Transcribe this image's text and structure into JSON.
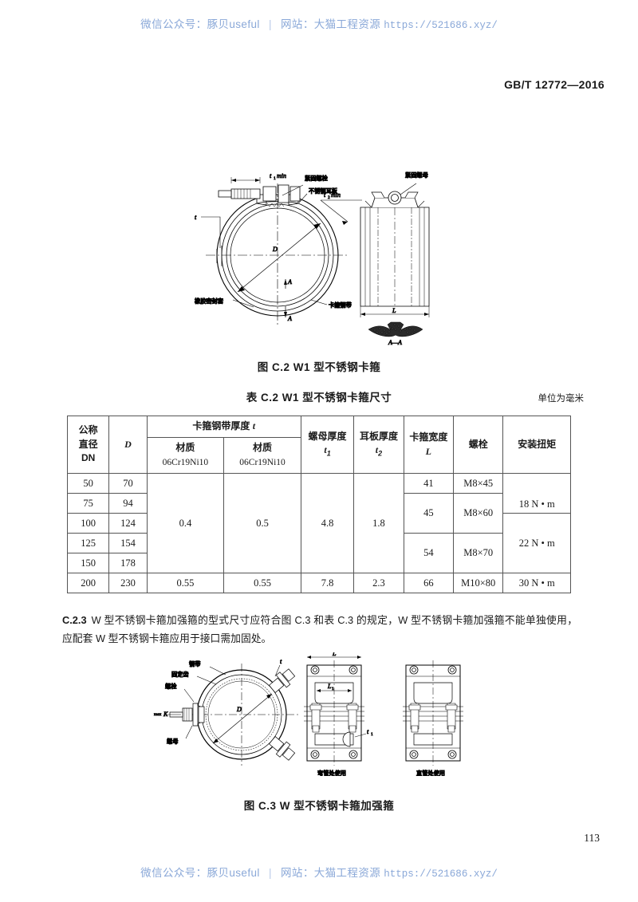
{
  "watermark": {
    "wechat_label": "微信公众号：豚贝useful",
    "separator": "|",
    "site_label": "网站：大猫工程资源",
    "url": "https://521686.xyz/"
  },
  "standard_number": "GB/T 12772—2016",
  "page_number": "113",
  "figure_c2": {
    "caption": "图 C.2    W1 型不锈钢卡箍",
    "labels": {
      "bolt": "紧固螺栓",
      "ear_plate": "不锈钢耳板",
      "nut": "紧固螺母",
      "rubber_seal": "橡胶密封套",
      "steel_band": "卡箍钢带",
      "t1_min": "min",
      "t1_sym": "t",
      "t1_sub": "1",
      "t2_min": "min",
      "t2_sym": "t",
      "t2_sub": "2",
      "t": "t",
      "diameter": "D",
      "length": "L",
      "section": "A—A",
      "section_mark_top": "A",
      "section_mark_bottom": "A"
    }
  },
  "table_c2": {
    "title": "表 C.2    W1 型不锈钢卡箍尺寸",
    "unit_note": "单位为毫米",
    "headers": {
      "dn_line1": "公称",
      "dn_line2": "直径",
      "dn_line3": "DN",
      "d": "D",
      "band_thickness": "卡箍钢带厚度",
      "band_thickness_sym": "t",
      "material1_line1": "材质",
      "material1_line2": "06Cr19Ni10",
      "material2_line1": "材质",
      "material2_line2": "06Cr19Ni10",
      "nut_thickness": "螺母厚度",
      "nut_thickness_sym": "t",
      "nut_thickness_sub": "1",
      "ear_thickness": "耳板厚度",
      "ear_thickness_sym": "t",
      "ear_thickness_sub": "2",
      "clamp_width": "卡箍宽度",
      "clamp_width_sym": "L",
      "bolt": "螺栓",
      "torque": "安装扭矩"
    },
    "rows": [
      {
        "dn": "50",
        "d": "70"
      },
      {
        "dn": "75",
        "d": "94"
      },
      {
        "dn": "100",
        "d": "124"
      },
      {
        "dn": "125",
        "d": "154"
      },
      {
        "dn": "150",
        "d": "178"
      },
      {
        "dn": "200",
        "d": "230"
      }
    ],
    "merged": {
      "material1_group": "0.4",
      "material2_group": "0.5",
      "nut_thickness_group": "4.8",
      "ear_thickness_group": "1.8",
      "material1_last": "0.55",
      "material2_last": "0.55",
      "nut_thickness_last": "7.8",
      "ear_thickness_last": "2.3",
      "width_50": "41",
      "width_75_100": "45",
      "width_125_150": "54",
      "width_200": "66",
      "bolt_50": "M8×45",
      "bolt_75_100": "M8×60",
      "bolt_125_150": "M8×70",
      "bolt_200": "M10×80",
      "torque_1": "18 N • m",
      "torque_2": "22 N • m",
      "torque_3": "30 N • m"
    }
  },
  "paragraph_c23": {
    "number": "C.2.3",
    "text": "W 型不锈钢卡箍加强箍的型式尺寸应符合图 C.3 和表 C.3 的规定，W 型不锈钢卡箍加强箍不能单独使用，应配套 W 型不锈钢卡箍应用于接口需加固处。"
  },
  "figure_c3": {
    "caption": "图 C.3    W 型不锈钢卡箍加强箍",
    "labels": {
      "steel_band": "钢带",
      "fixed_teeth": "固定齿",
      "bolt": "螺栓",
      "nut": "螺母",
      "max_k": "max",
      "k_sym": "K",
      "diameter": "D",
      "t": "t",
      "length": "L",
      "l1_sym": "L",
      "l1_sub": "1",
      "t1_sym": "t",
      "t1_sub": "1",
      "use_bend": "弯管处使用",
      "use_straight": "直管处使用"
    }
  },
  "colors": {
    "watermark": "#8aa8d8",
    "rule": "#555555",
    "text": "#1a1a1a"
  }
}
